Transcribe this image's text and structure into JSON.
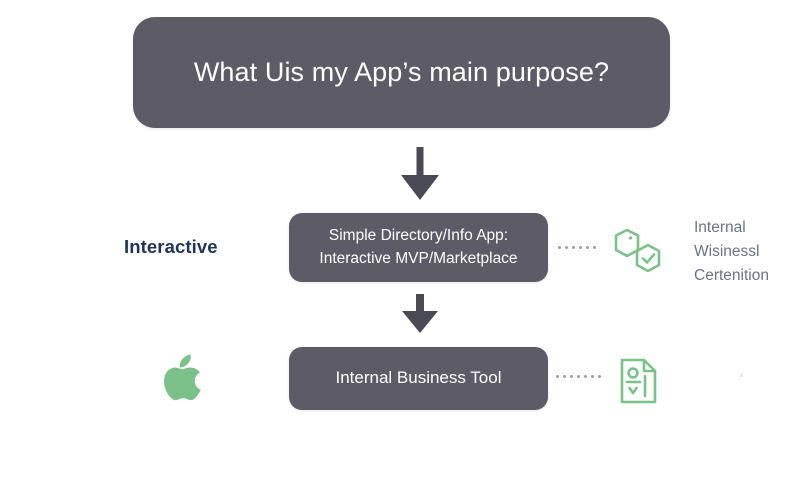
{
  "diagram": {
    "background_color": "#ffffff",
    "box_fill_color": "#5d5c66",
    "box_text_color": "#ffffff",
    "accent_green": "#7cc08a",
    "accent_navy": "#1f3557",
    "muted_text_color": "#6a7384",
    "arrow_color": "#4a4a54",
    "nodes": {
      "question": {
        "label": "What Uis my App’s main purpose?"
      },
      "directory": {
        "line1": "Simple Directory/Info App:",
        "line2": "Interactive MVP/Marketplace"
      },
      "internal": {
        "label": "Internal Business Tool"
      }
    },
    "side_labels": {
      "left_branch": "Interactive",
      "right_branch_line1": "Internal",
      "right_branch_line2": "Wisinessl",
      "right_branch_line3": "Certenition"
    },
    "icons": {
      "hexagon_check": "hexagon-check-icon",
      "document_checklist": "document-checklist-icon",
      "apple_logo": "apple-logo-icon",
      "arrow_down_top": "arrow-down-icon",
      "arrow_down_mid": "arrow-down-icon"
    },
    "connectors": {
      "upper_dot_count": 6,
      "lower_dot_count": 7
    }
  }
}
